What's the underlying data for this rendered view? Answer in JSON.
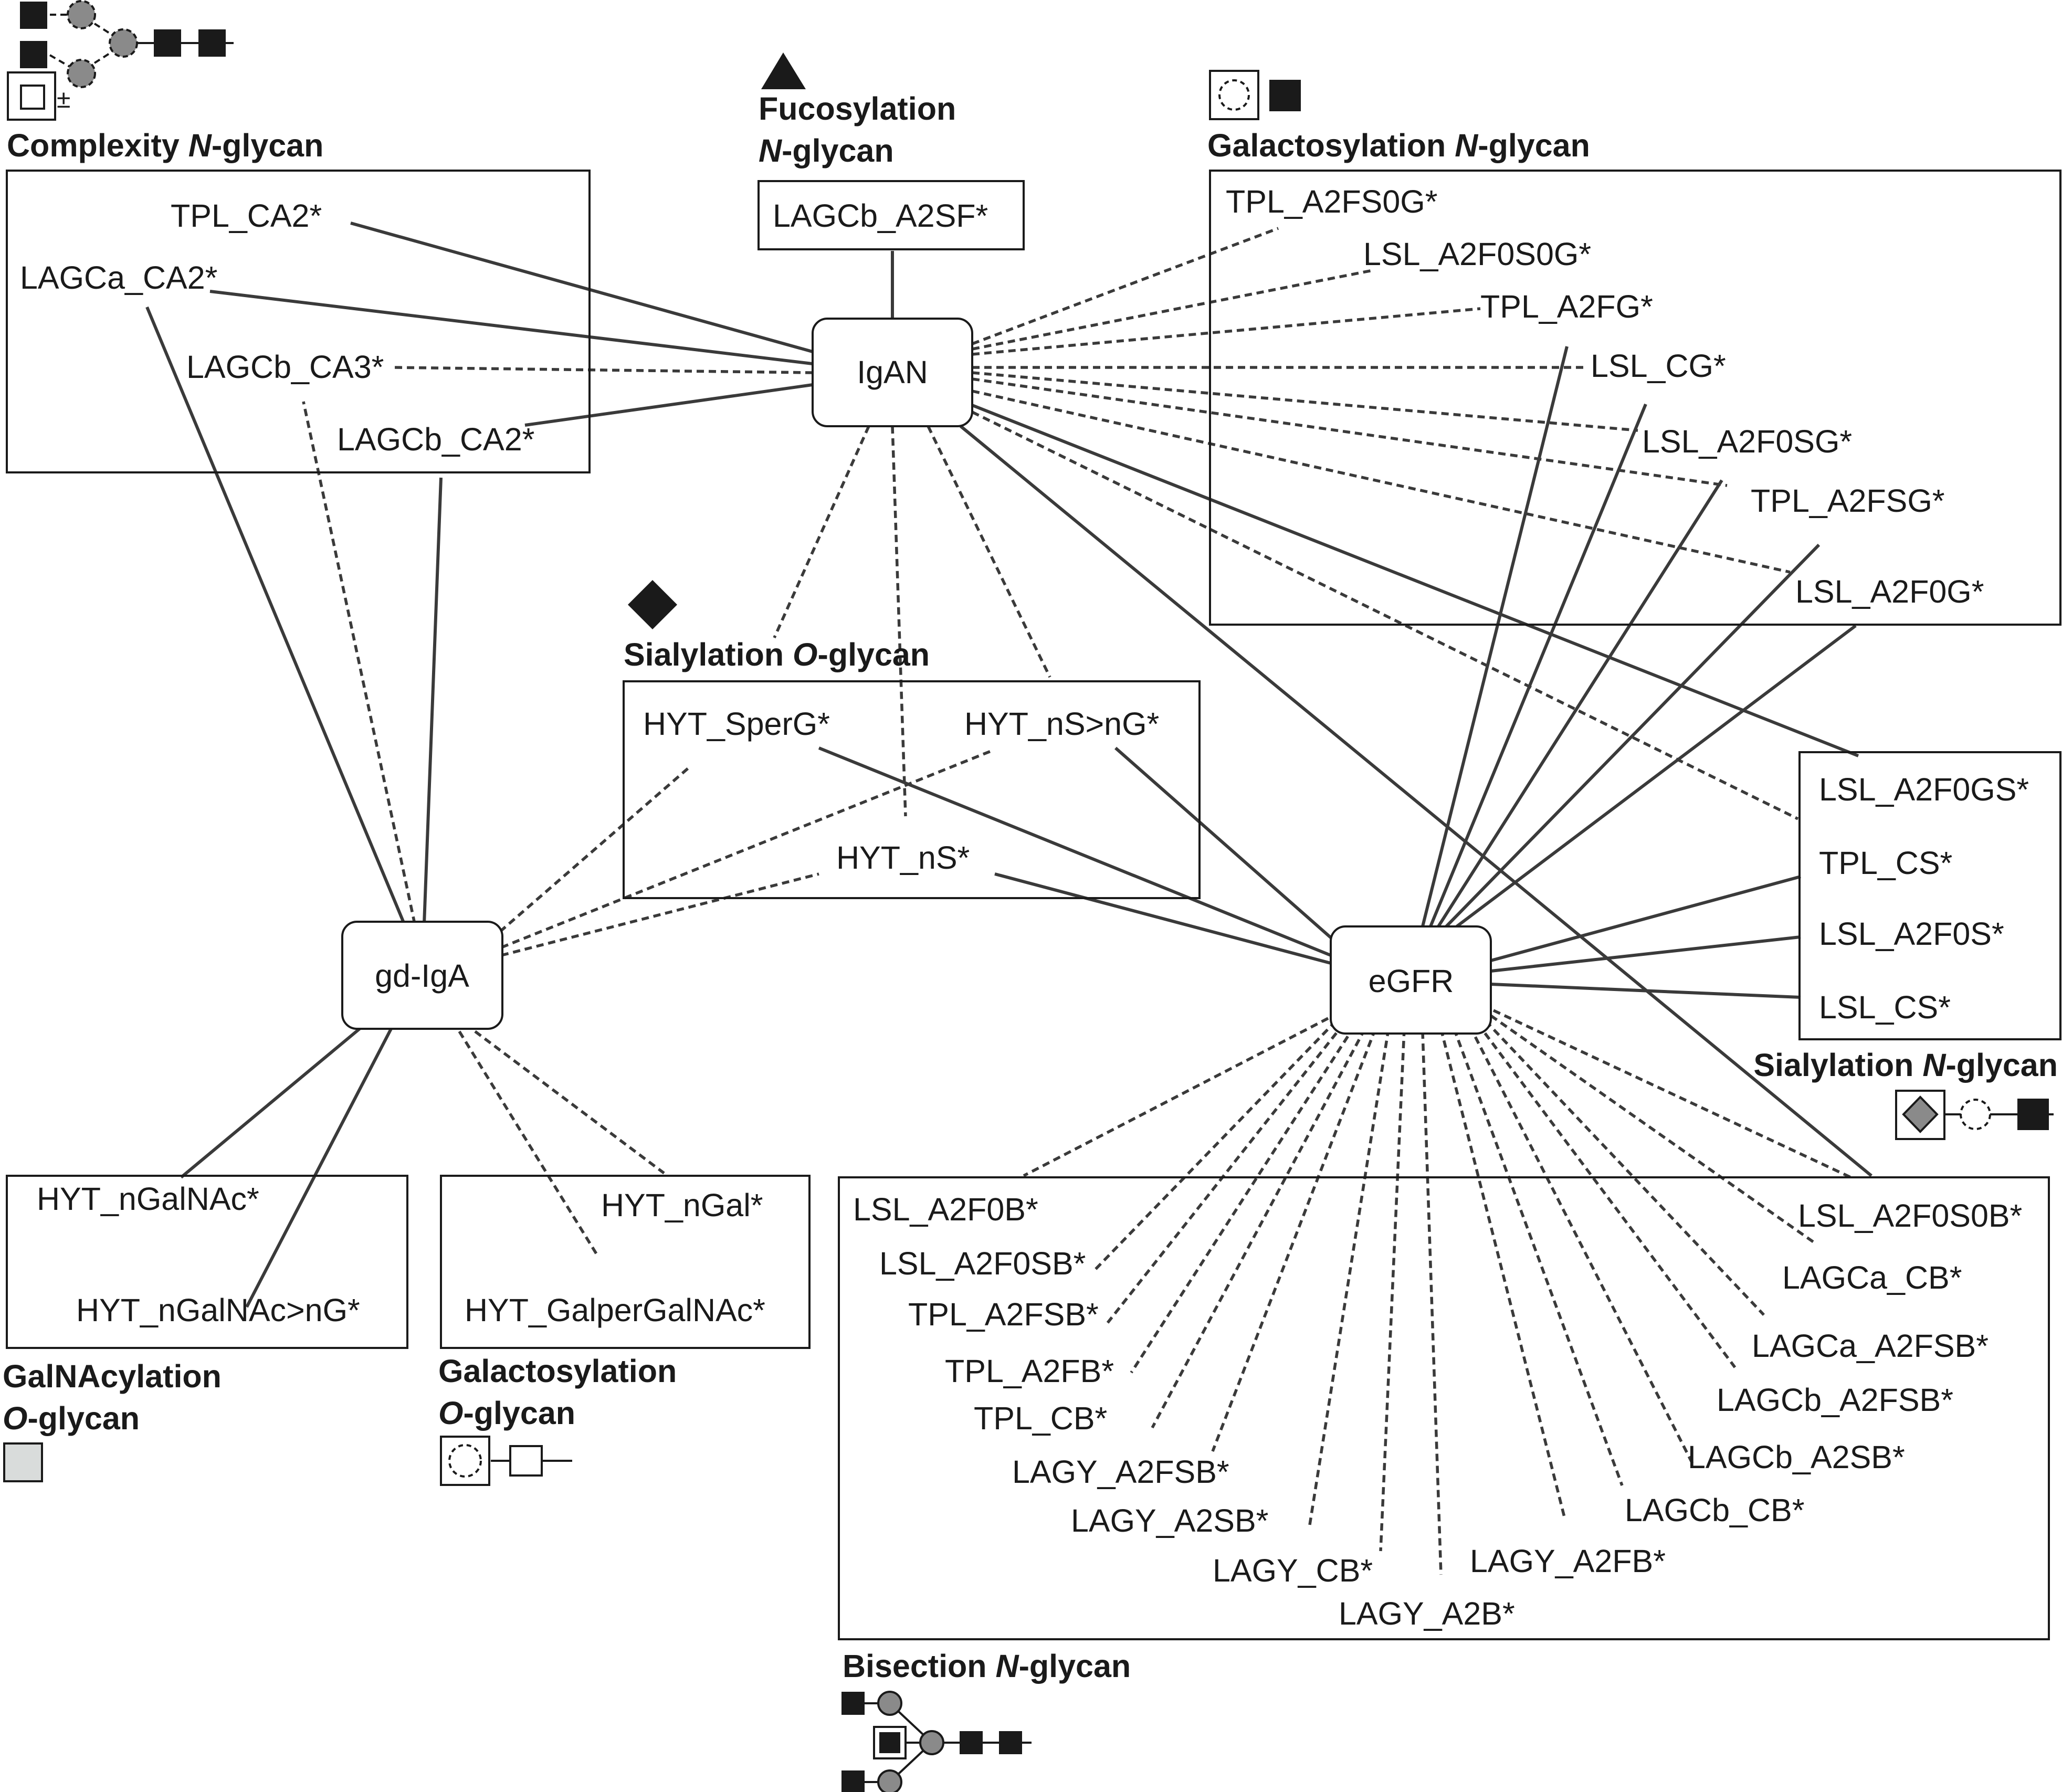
{
  "nodes": {
    "igan": "IgAN",
    "gdiga": "gd-IgA",
    "egfr": "eGFR"
  },
  "groups": {
    "complexity": {
      "title_a": "Complexity ",
      "title_b": "N",
      "title_c": "-glycan"
    },
    "fucosylation": {
      "title_line1": "Fucosylation",
      "title_b": "N",
      "title_c": "-glycan"
    },
    "galactosylation_n": {
      "title_a": "Galactosylation ",
      "title_b": "N",
      "title_c": "-glycan"
    },
    "sialylation_o": {
      "title_a": "Sialylation ",
      "title_b": "O",
      "title_c": "-glycan"
    },
    "sialylation_n": {
      "title_a": "Sialylation ",
      "title_b": "N",
      "title_c": "-glycan"
    },
    "galnacylation_o": {
      "title_line1": "GalNAcylation",
      "title_b": "O",
      "title_c": "-glycan"
    },
    "galactosylation_o": {
      "title_line1": "Galactosylation",
      "title_b": "O",
      "title_c": "-glycan"
    },
    "bisection_n": {
      "title_a": "Bisection ",
      "title_b": "N",
      "title_c": "-glycan"
    }
  },
  "traits": {
    "tpl_ca2": "TPL_CA2*",
    "lagca_ca2": "LAGCa_CA2*",
    "lagcb_ca3": "LAGCb_CA3*",
    "lagcb_ca2": "LAGCb_CA2*",
    "lagcb_a2sf": "LAGCb_A2SF*",
    "tpl_a2fs0g": "TPL_A2FS0G*",
    "lsl_a2f0s0g": "LSL_A2F0S0G*",
    "tpl_a2fg": "TPL_A2FG*",
    "lsl_cg": "LSL_CG*",
    "lsl_a2f0sg": "LSL_A2F0SG*",
    "tpl_a2fsg": "TPL_A2FSG*",
    "lsl_a2f0g": "LSL_A2F0G*",
    "hyt_sperg": "HYT_SperG*",
    "hyt_ns_ng": "HYT_nS>nG*",
    "hyt_ns": "HYT_nS*",
    "lsl_a2f0gs": "LSL_A2F0GS*",
    "tpl_cs": "TPL_CS*",
    "lsl_a2f0s": "LSL_A2F0S*",
    "lsl_cs": "LSL_CS*",
    "hyt_ngalnac": "HYT_nGalNAc*",
    "hyt_ngalnac_ng": "HYT_nGalNAc>nG*",
    "hyt_ngal": "HYT_nGal*",
    "hyt_galpergalnac": "HYT_GalperGalNAc*",
    "lsl_a2f0b": "LSL_A2F0B*",
    "lsl_a2f0sb": "LSL_A2F0SB*",
    "tpl_a2fsb": "TPL_A2FSB*",
    "tpl_a2fb": "TPL_A2FB*",
    "tpl_cb": "TPL_CB*",
    "lagy_a2fsb": "LAGY_A2FSB*",
    "lagy_a2sb": "LAGY_A2SB*",
    "lagy_cb": "LAGY_CB*",
    "lagy_a2b": "LAGY_A2B*",
    "lagy_a2fb": "LAGY_A2FB*",
    "lagcb_cb": "LAGCb_CB*",
    "lagcb_a2sb": "LAGCb_A2SB*",
    "lagcb_a2fsb": "LAGCb_A2FSB*",
    "lagca_a2fsb": "LAGCa_A2FSB*",
    "lagca_cb": "LAGCa_CB*",
    "lsl_a2f0s0b": "LSL_A2F0S0B*"
  },
  "legend_colors": {
    "ink": "#1a1a1a",
    "edge": "#3a3a3a",
    "galactose_fill": "#8a8a8a",
    "galnac_fill": "#d9dcdb"
  },
  "glycan_icons": [
    "complexity-glycan-icon",
    "fucose-triangle-icon",
    "galactose-glycan-icon",
    "sialic-acid-diamond-icon",
    "sialylation-glycan-icon",
    "galnac-square-icon",
    "galactosylation-o-glycan-icon",
    "bisection-glycan-icon"
  ]
}
